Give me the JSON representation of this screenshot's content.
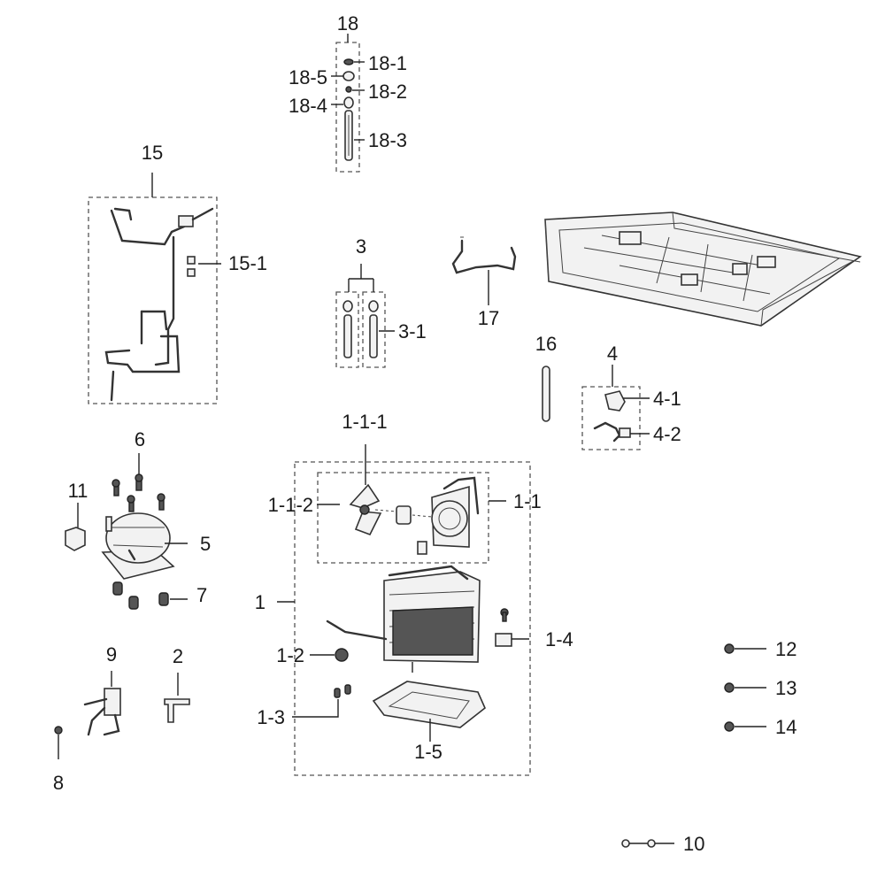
{
  "labels": {
    "l18": "18",
    "l18_1": "18-1",
    "l18_2": "18-2",
    "l18_3": "18-3",
    "l18_4": "18-4",
    "l18_5": "18-5",
    "l15": "15",
    "l15_1": "15-1",
    "l3": "3",
    "l3_1": "3-1",
    "l17": "17",
    "l16": "16",
    "l4": "4",
    "l4_1": "4-1",
    "l4_2": "4-2",
    "l6": "6",
    "l11": "11",
    "l5": "5",
    "l7": "7",
    "l1_1_1": "1-1-1",
    "l1_1_2": "1-1-2",
    "l1_1": "1-1",
    "l1": "1",
    "l1_2": "1-2",
    "l1_3": "1-3",
    "l1_4": "1-4",
    "l1_5": "1-5",
    "l9": "9",
    "l2": "2",
    "l8": "8",
    "l12": "12",
    "l13": "13",
    "l14": "14",
    "l10": "10"
  }
}
